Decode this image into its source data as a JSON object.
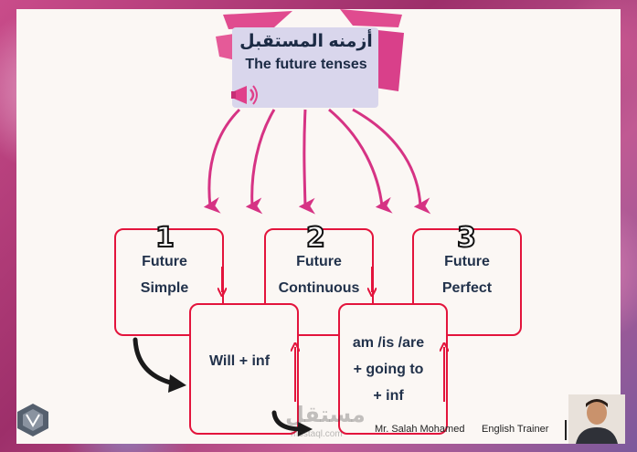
{
  "title": {
    "arabic": "أزمنه المستقبل",
    "english": "The future tenses"
  },
  "tenses": [
    {
      "number": "1",
      "name_line1": "Future",
      "name_line2": "Simple",
      "formula": [
        "Will + inf"
      ]
    },
    {
      "number": "2",
      "name_line1": "Future",
      "name_line2": "Continuous",
      "formula": [
        "am /is /are",
        "+ going to",
        "+ inf"
      ]
    },
    {
      "number": "3",
      "name_line1": "Future",
      "name_line2": "Perfect",
      "formula": []
    }
  ],
  "footer": {
    "author": "Mr. Salah Mohamed",
    "role": "English Trainer"
  },
  "watermark": {
    "arabic": "مستقل",
    "latin": "mostaql.com"
  },
  "colors": {
    "accent_pink": "#d63384",
    "box_border": "#e3143c",
    "title_bg": "#d9d6ec",
    "text_dark": "#1b2a44"
  },
  "icons": [
    "megaphone-icon",
    "logo-icon",
    "arrow-down-icon",
    "curved-arrow-icon"
  ]
}
